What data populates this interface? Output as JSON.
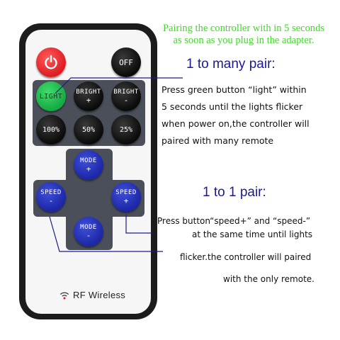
{
  "note": {
    "line1": "Pairing the controller with in 5 seconds",
    "line2": "as soon as you plug in the adapter."
  },
  "remote": {
    "power_label": "",
    "off_label": "OFF",
    "light_label": "LIGHT",
    "bright_up": {
      "label": "BRIGHT",
      "sign": "+"
    },
    "bright_down": {
      "label": "BRIGHT",
      "sign": "-"
    },
    "pct_100": "100%",
    "pct_50": "50%",
    "pct_25": "25%",
    "mode_up": {
      "label": "MODE",
      "sign": "+"
    },
    "mode_down": {
      "label": "MODE",
      "sign": "-"
    },
    "speed_down": {
      "label": "SPEED",
      "sign": "-"
    },
    "speed_up": {
      "label": "SPEED",
      "sign": "+"
    },
    "brand": "RF Wireless"
  },
  "many_pair": {
    "title": "1 to many pair:",
    "lines": [
      "Press green button “light” within",
      "5 seconds until the lights flicker",
      "when power on,the controller will",
      "paired with many remote"
    ]
  },
  "one_pair": {
    "title": "1 to 1 pair:",
    "lines": [
      "Press button“speed+” and “speed-”",
      "at the same time until lights",
      "flicker.the controller will paired",
      "with the only remote."
    ]
  },
  "colors": {
    "note_green": "#3edb25",
    "heading_blue": "#1c1a8f",
    "light_button": "#16a944",
    "power_button": "#dd1c22",
    "nav_button": "#1c27a6"
  }
}
